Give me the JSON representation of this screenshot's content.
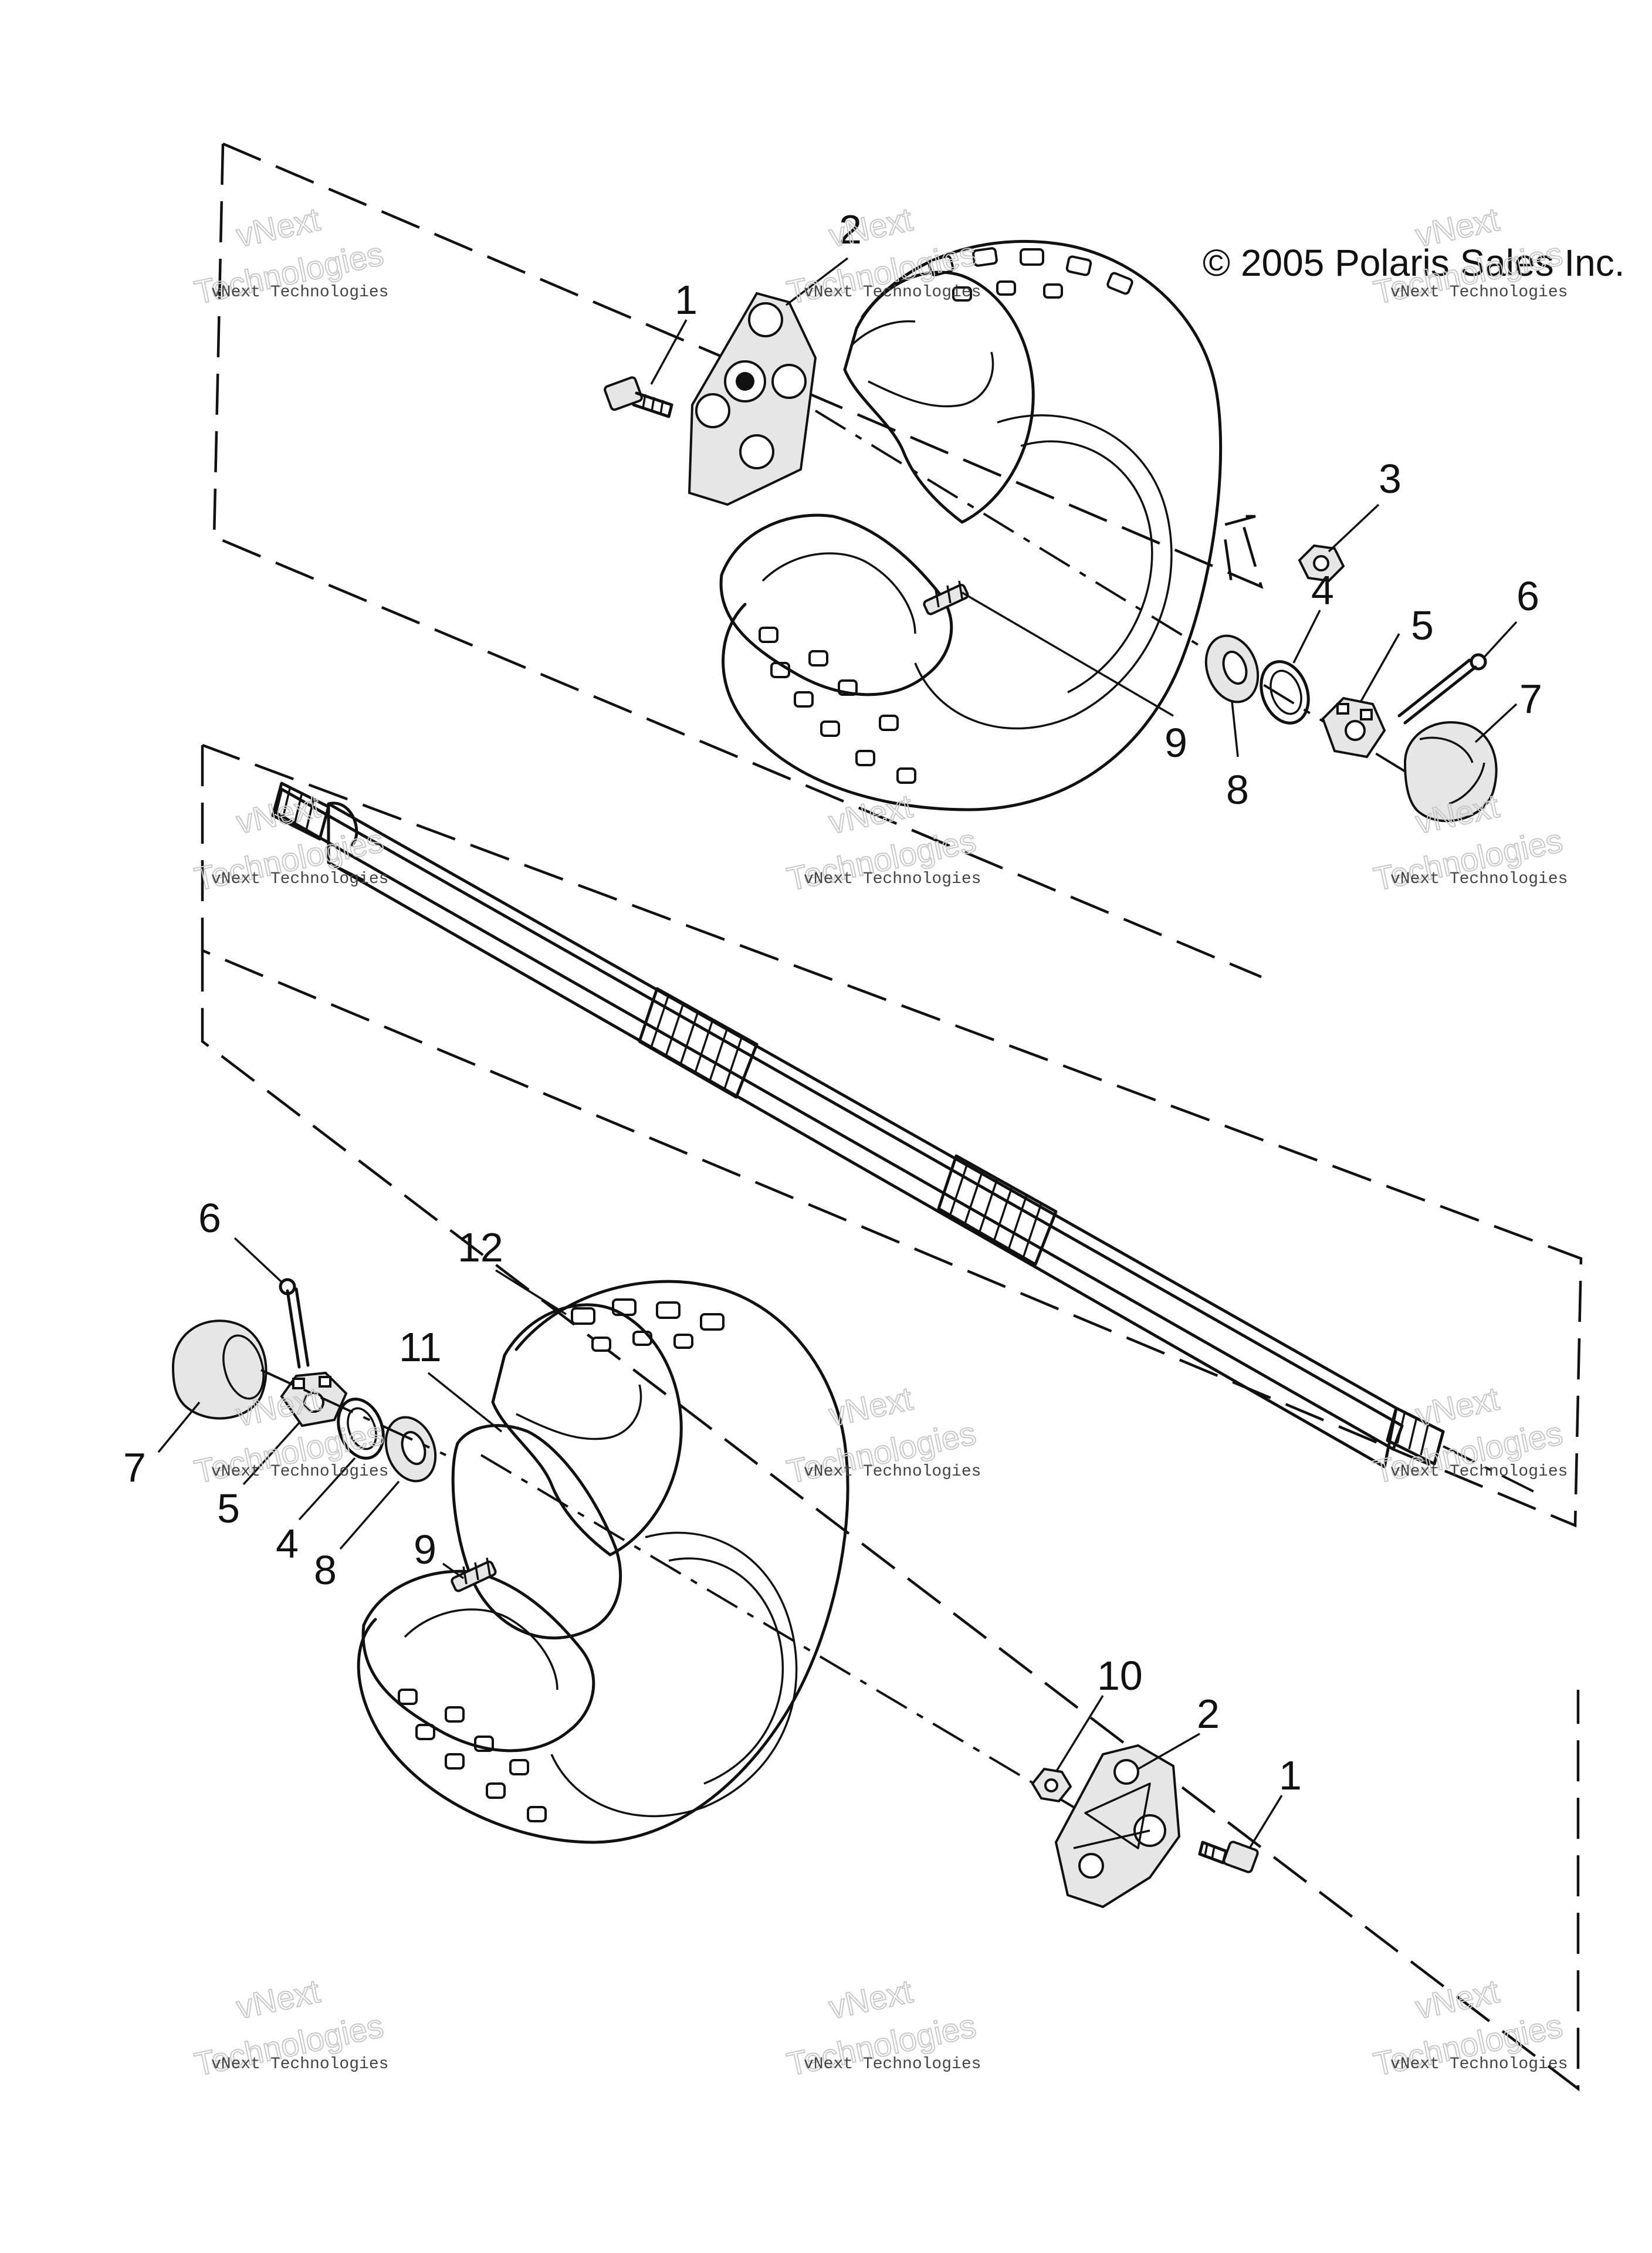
{
  "copyright": "© 2005 Polaris Sales Inc.",
  "watermark": {
    "line1": "vNext",
    "line2": "Technologies",
    "small": "vNext Technologies"
  },
  "callouts": {
    "top": [
      "1",
      "2",
      "3",
      "4",
      "5",
      "6",
      "7",
      "8",
      "9"
    ],
    "bottom": [
      "6",
      "12",
      "11",
      "7",
      "5",
      "4",
      "8",
      "9",
      "10",
      "2",
      "1"
    ]
  }
}
